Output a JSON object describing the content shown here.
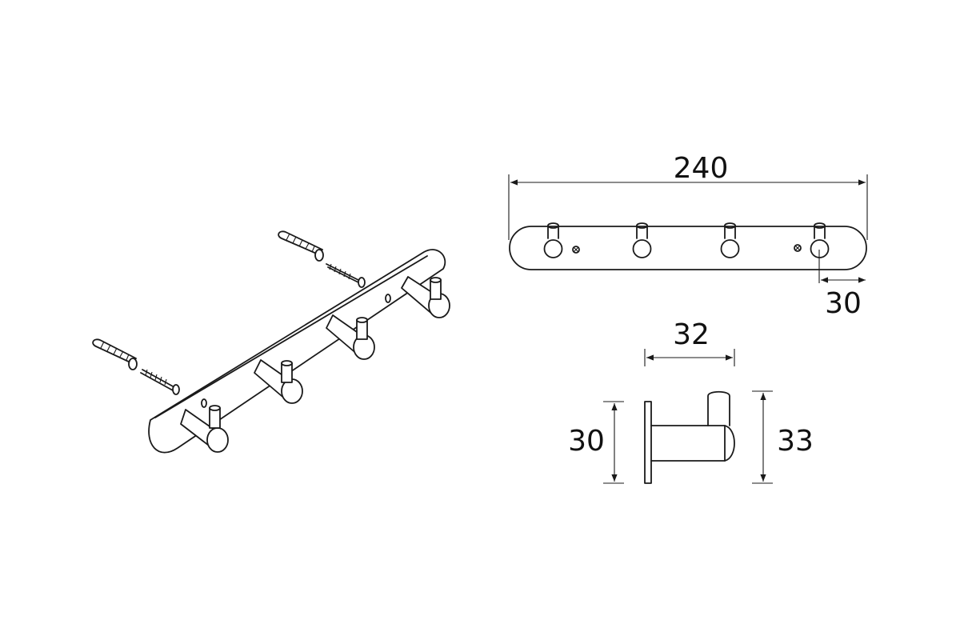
{
  "dimensions": {
    "total_length": "240",
    "end_offset": "30",
    "hook_depth": "32",
    "plate_height": "30",
    "hook_height": "33"
  },
  "colors": {
    "line": "#1a1a1a",
    "background": "#ffffff"
  },
  "icons": {
    "hook": "coat-hook-icon",
    "screw": "screw-icon",
    "anchor": "wall-plug-icon"
  }
}
